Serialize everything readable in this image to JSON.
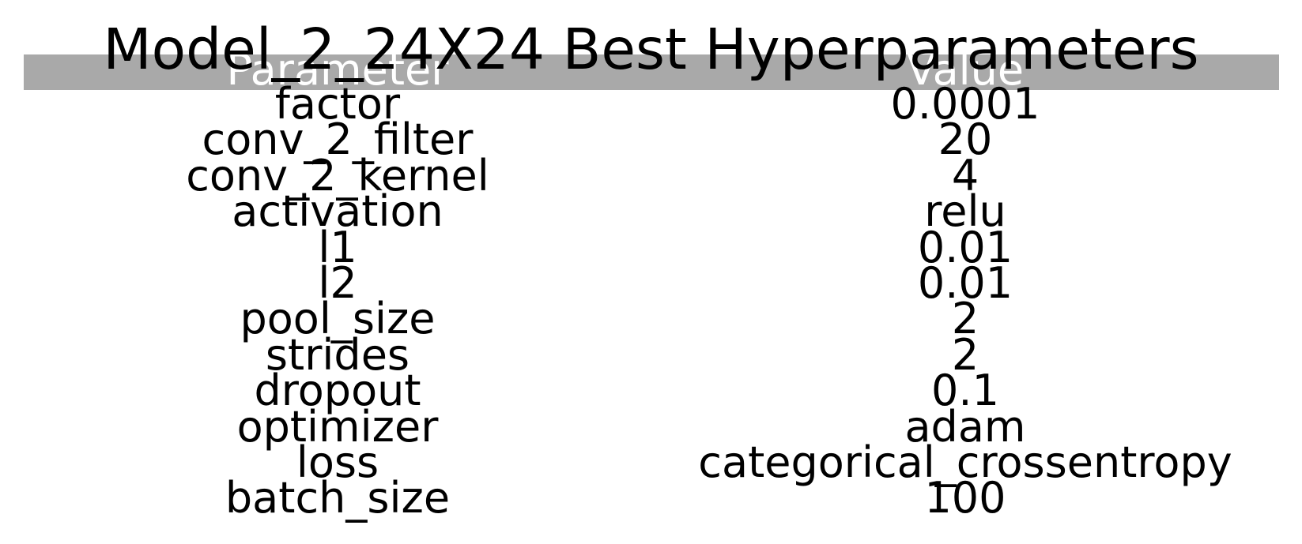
{
  "chart_data": {
    "type": "table",
    "title": "Model_2_24X24 Best Hyperparameters",
    "columns": [
      "Parameter",
      "Value"
    ],
    "header_color": "#a9a9a9",
    "header_text_color": "#ffffff",
    "rows": [
      {
        "parameter": "factor",
        "value": "0.0001"
      },
      {
        "parameter": "conv_2_filter",
        "value": "20"
      },
      {
        "parameter": "conv_2_kernel",
        "value": "4"
      },
      {
        "parameter": "activation",
        "value": "relu"
      },
      {
        "parameter": "l1",
        "value": "0.01"
      },
      {
        "parameter": "l2",
        "value": "0.01"
      },
      {
        "parameter": "pool_size",
        "value": "2"
      },
      {
        "parameter": "strides",
        "value": "2"
      },
      {
        "parameter": "dropout",
        "value": "0.1"
      },
      {
        "parameter": "optimizer",
        "value": "adam"
      },
      {
        "parameter": "loss",
        "value": "categorical_crossentropy"
      },
      {
        "parameter": "batch_size",
        "value": "100"
      }
    ]
  }
}
